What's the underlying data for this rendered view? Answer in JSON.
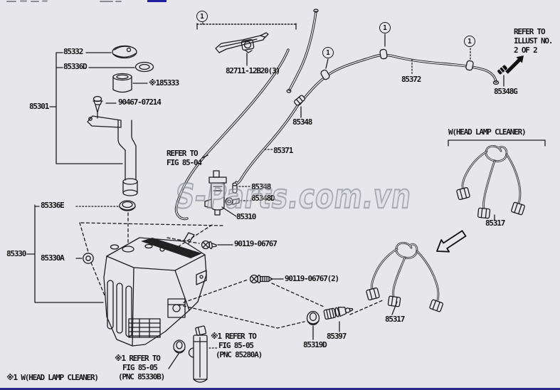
{
  "colors": {
    "background": "#e7e7eb",
    "line": "#1c1c1c",
    "bottom_bar": "#2b2b8a",
    "link_blue": "#2222a0",
    "watermark_gray": "#8a8a94"
  },
  "watermark": {
    "text": "S-Parts.com.vn"
  },
  "callout_number": "1",
  "parts": {
    "p85332": "85332",
    "p85336d": "85336D",
    "p85333": "※185333",
    "p85301": "85301",
    "p90467": "90467-07214",
    "p82711": "82711-12B20(3)",
    "p85372": "85372",
    "p85348g": "85348G",
    "p85348_top": "85348",
    "p85371": "85371",
    "p85348_mid": "85348",
    "p85348d": "85348D",
    "p85310": "85310",
    "p85336e": "85336E",
    "p85330": "85330",
    "p85330a": "85330A",
    "p90119_1": "90119-06767",
    "p90119_2": "90119-06767(2)",
    "p85317_upper": "85317",
    "p85317_lower": "85317",
    "p85319d": "85319D",
    "p85397": "85397"
  },
  "notes": {
    "refer_illust_line1": "REFER TO",
    "refer_illust_line2": "ILLUST NO.",
    "refer_illust_line3": "2 OF 2",
    "refer_fig8504_line1": "REFER TO",
    "refer_fig8504_line2": "FIG 85-04",
    "refer_8505a_line1": "※1 REFER TO",
    "refer_8505a_line2": "FIG 85-05",
    "refer_8505a_line3": "(PNC 85280A)",
    "refer_8505b_line1": "※1 REFER TO",
    "refer_8505b_line2": "FIG 85-05",
    "refer_8505b_line3": "(PNC 85330B)",
    "whead_bracket_label": "W(HEAD LAMP CLEANER)",
    "footnote": "※1 W(HEAD LAMP CLEANER)"
  }
}
